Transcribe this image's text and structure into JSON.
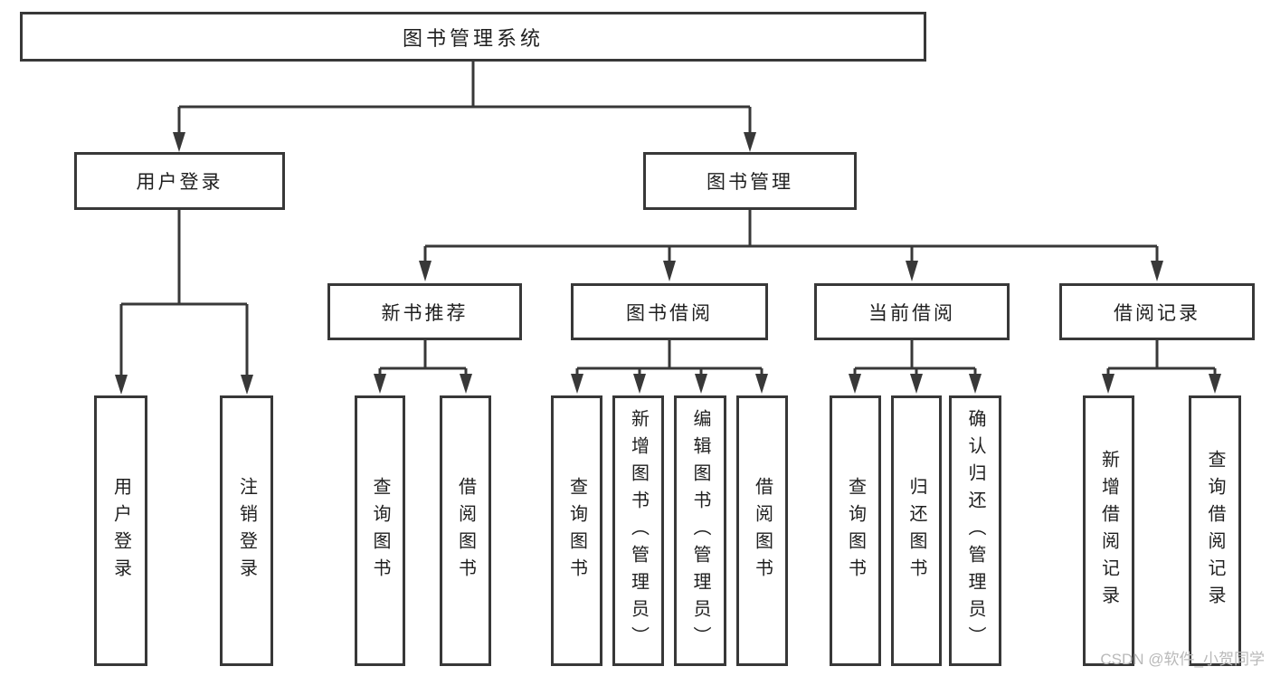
{
  "diagram": {
    "root": "图书管理系统",
    "level2": {
      "user_login": "用户登录",
      "book_mgmt": "图书管理"
    },
    "level3": {
      "new_books": "新书推荐",
      "book_borrow": "图书借阅",
      "current_borrow": "当前借阅",
      "borrow_records": "借阅记录"
    },
    "leaves": {
      "user_login": "用户登录",
      "logout": "注销登录",
      "nb_query": "查询图书",
      "nb_borrow": "借阅图书",
      "bb_query": "查询图书",
      "bb_add": "新增图书（管理员）",
      "bb_edit": "编辑图书（管理员）",
      "bb_borrow": "借阅图书",
      "cb_query": "查询图书",
      "cb_return": "归还图书",
      "cb_confirm": "确认归还（管理员）",
      "rec_add": "新增借阅记录",
      "rec_query": "查询借阅记录"
    }
  },
  "watermark": "CSDN @软件_小贺同学",
  "colors": {
    "line": "#383838",
    "text": "#1f1f1f",
    "watermark": "#b9b9b9",
    "background": "#ffffff"
  }
}
